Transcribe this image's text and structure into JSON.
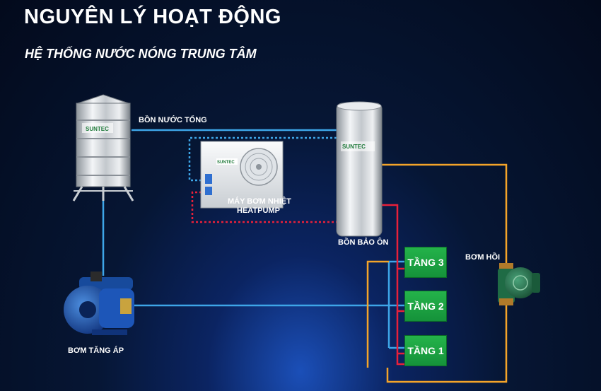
{
  "header": {
    "title": "NGUYÊN LÝ HOẠT ĐỘNG",
    "subtitle": "HỆ THỐNG NƯỚC NÓNG TRUNG TÂM"
  },
  "components": {
    "main_tank": "BỒN NƯỚC TỔNG",
    "heat_pump_line1": "MÁY BƠM NHIỆT",
    "heat_pump_line2": "HEATPUMP",
    "storage_tank": "BỒN BẢO ÔN",
    "return_pump": "BƠM HỒI",
    "booster_pump": "BƠM TĂNG ÁP"
  },
  "floors": [
    "TẦNG 3",
    "TẦNG 2",
    "TẦNG 1"
  ],
  "brand": "SUNTEC",
  "colors": {
    "cold_line": "#3ea6e8",
    "hot_line": "#e8203a",
    "return_line": "#f4a429",
    "floor_box": "#1ea544"
  }
}
